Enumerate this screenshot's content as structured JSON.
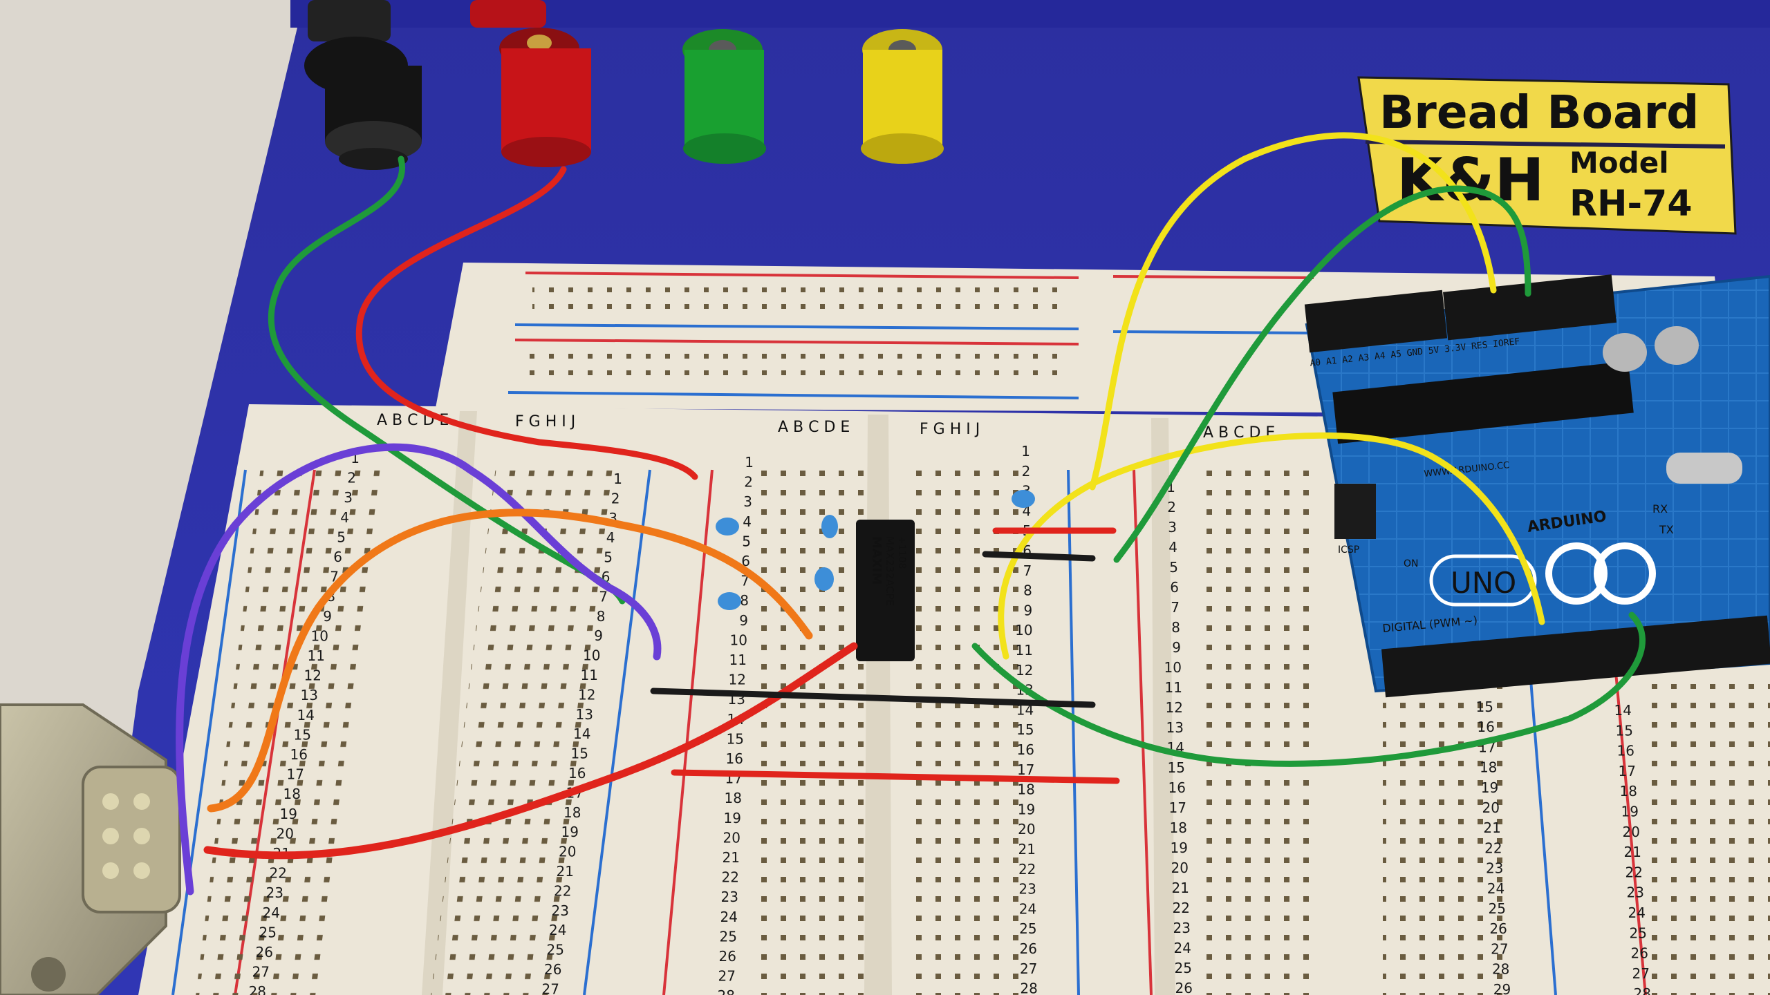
{
  "labels": {
    "brand_line1": "Bread Board",
    "brand_logo": "K&H",
    "brand_model": "Model",
    "brand_model_number": "RH-74",
    "column_letters_left": "A B C D E",
    "column_letters_right": "F G H I J",
    "chip_maker": "MAXIM",
    "chip_part": "MAX232ACPE",
    "chip_date": "+1108",
    "arduino_name": "ARDUINO",
    "arduino_model": "UNO",
    "arduino_digital": "DIGITAL (PWM ~)",
    "arduino_icsp": "ICSP",
    "arduino_tx": "TX",
    "arduino_rx": "RX",
    "arduino_on": "ON",
    "arduino_url": "WWW.ARDUINO.CC",
    "arduino_header_labels": "A0 A1 A2 A3 A4 A5  GND 5V 3.3V RES IOREF"
  },
  "colors": {
    "board_base": "#2a2fa8",
    "breadboard": "#ece6d8",
    "rail_red": "#d8333a",
    "rail_blue": "#2b6fd0",
    "arduino_blue": "#1a66b8",
    "label_plate": "#f1d94a",
    "wire_red": "#e0241c",
    "wire_green": "#1f9a3a",
    "wire_yellow": "#f2e21a",
    "wire_orange": "#f07818",
    "wire_purple": "#6a3fd6",
    "wire_black": "#1a1a1a"
  },
  "binding_posts": [
    {
      "color": "#111111"
    },
    {
      "color": "#c81418"
    },
    {
      "color": "#19a030"
    },
    {
      "color": "#e8d21a"
    }
  ]
}
